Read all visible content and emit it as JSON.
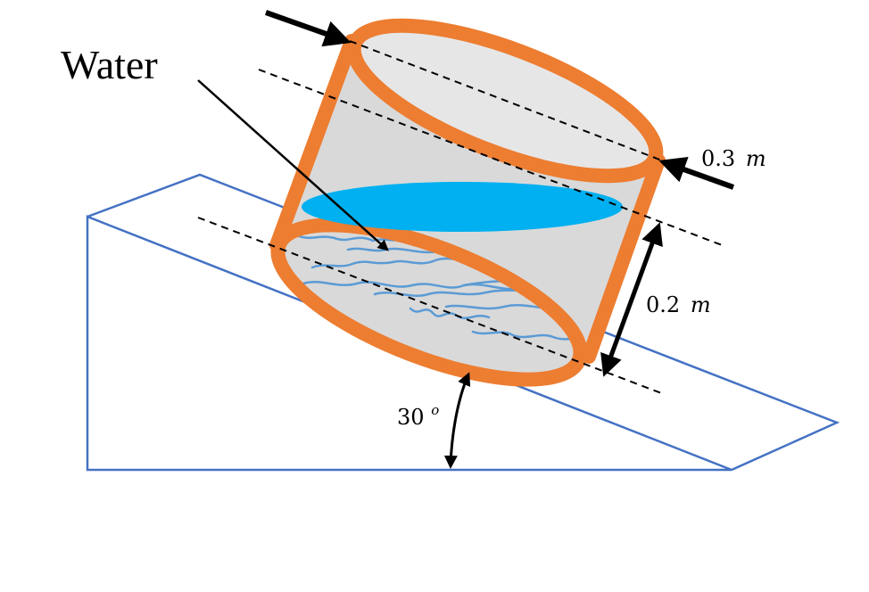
{
  "diagram": {
    "labels": {
      "water": "Water",
      "top_diameter": "0.3",
      "top_unit": "m",
      "height": "0.2",
      "height_unit": "m",
      "angle_base": "30",
      "angle_sup": "o"
    },
    "colors": {
      "incline": "#4472c4",
      "cylinder_wall": "#ed7d31",
      "cylinder_fill": "#d9d9d9",
      "cylinder_top": "#e7e6e6",
      "water_surface": "#00b0f0",
      "water_ripples": "#5b9bd5",
      "arrows": "#000000"
    }
  }
}
